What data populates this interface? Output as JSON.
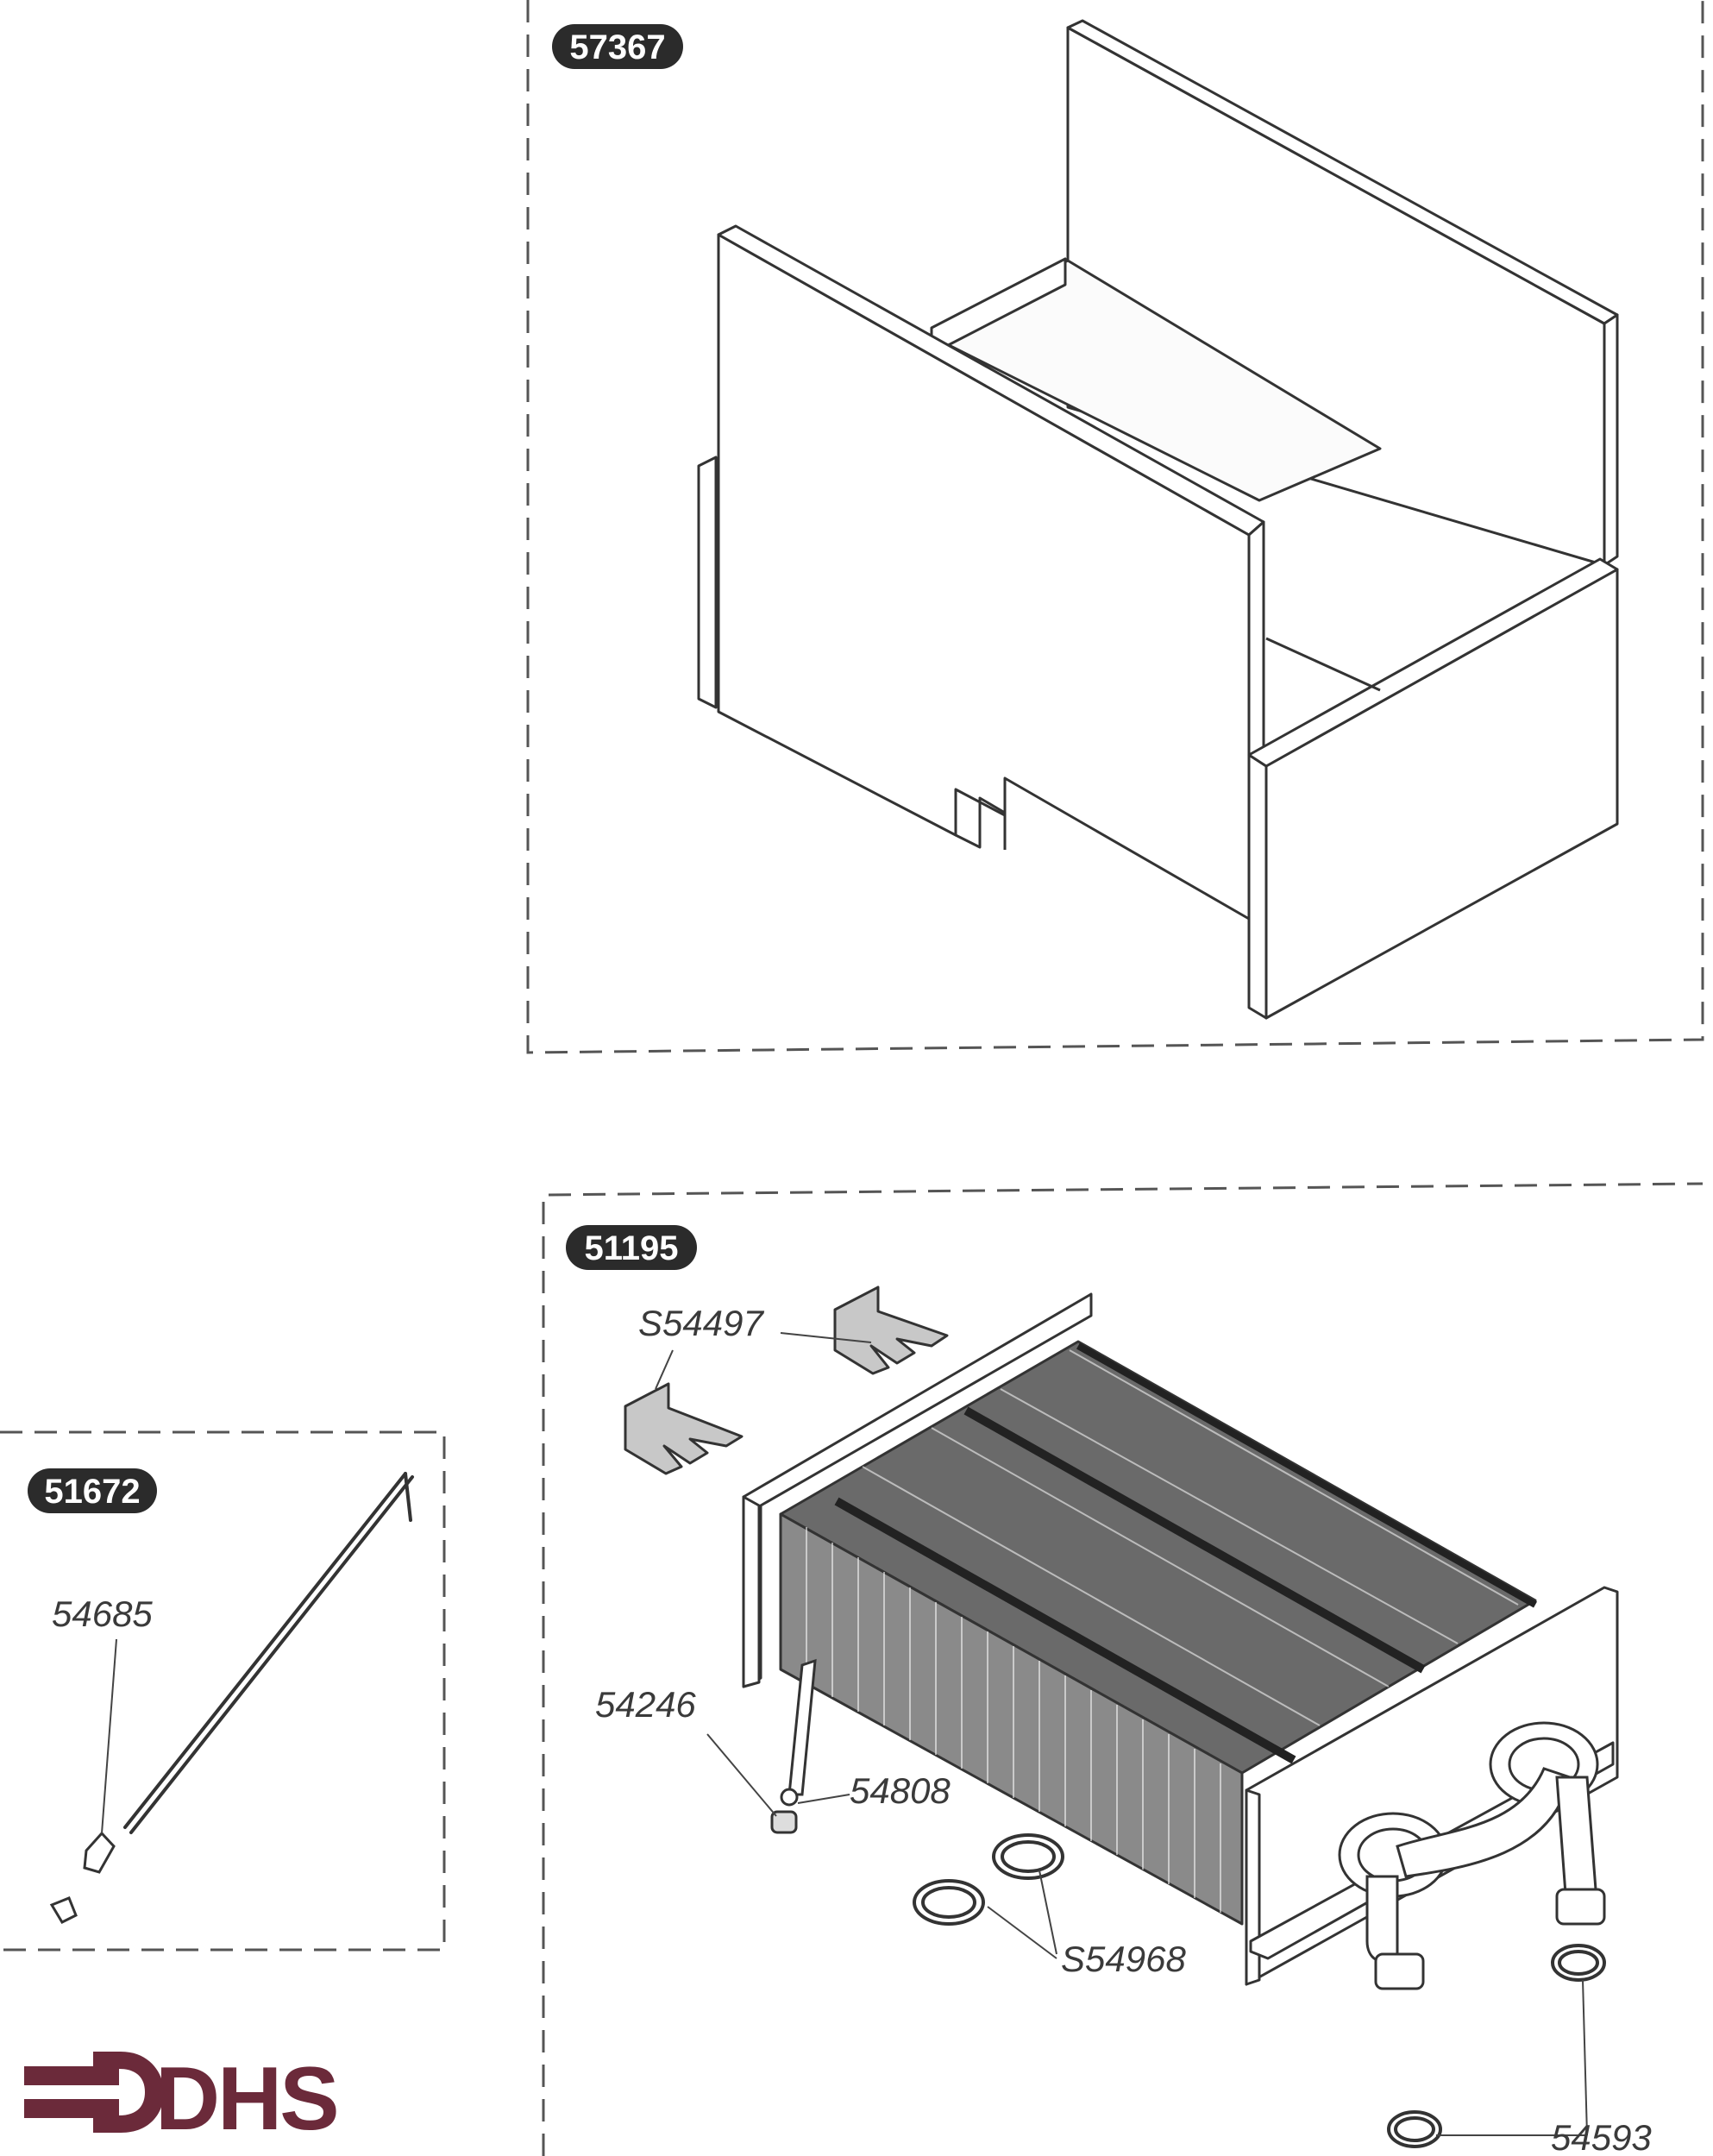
{
  "panels": {
    "insulation": {
      "badge": "57367"
    },
    "heat_exchanger": {
      "badge": "51195",
      "callouts": {
        "clips": "S54497",
        "plug": "54246",
        "seal": "54808",
        "o_rings": "S54968",
        "washers": "54593"
      }
    },
    "electrode": {
      "badge": "51672",
      "callouts": {
        "bracket": "54685"
      }
    }
  },
  "logo": {
    "text": "DHS",
    "color": "#6b2a3a"
  },
  "colors": {
    "badge_bg": "#2b2b2b",
    "line": "#3a3a3a",
    "dash": "#555555",
    "clip_fill": "#c8c8c8"
  }
}
